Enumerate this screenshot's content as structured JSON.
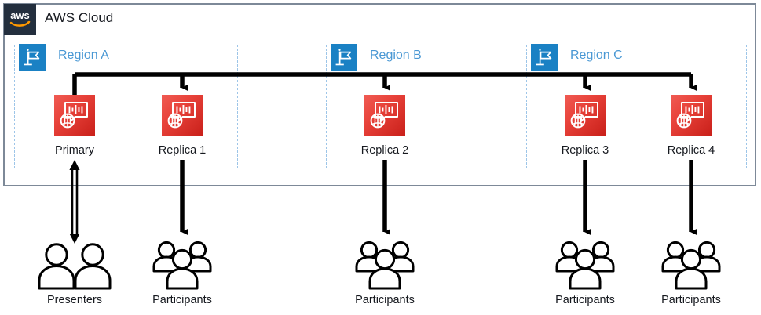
{
  "cloud": {
    "title": "AWS Cloud",
    "logo_icon": "aws-logo-icon",
    "border_color": "#7D8998",
    "badge_color": "#232F3E"
  },
  "regions": [
    {
      "label": "Region A",
      "icon": "region-flag-icon",
      "badge_color": "#1A81C4",
      "label_color": "#4A98D4",
      "border_color": "#9DC5E8"
    },
    {
      "label": "Region B",
      "icon": "region-flag-icon",
      "badge_color": "#1A81C4",
      "label_color": "#4A98D4",
      "border_color": "#9DC5E8"
    },
    {
      "label": "Region C",
      "icon": "region-flag-icon",
      "badge_color": "#1A81C4",
      "label_color": "#4A98D4",
      "border_color": "#9DC5E8"
    }
  ],
  "nodes": [
    {
      "label": "Primary",
      "icon": "transcribe-icon",
      "color": "#E8423A"
    },
    {
      "label": "Replica 1",
      "icon": "transcribe-icon",
      "color": "#E8423A"
    },
    {
      "label": "Replica 2",
      "icon": "transcribe-icon",
      "color": "#E8423A"
    },
    {
      "label": "Replica 3",
      "icon": "transcribe-icon",
      "color": "#E8423A"
    },
    {
      "label": "Replica 4",
      "icon": "transcribe-icon",
      "color": "#E8423A"
    }
  ],
  "actors": [
    {
      "label": "Presenters",
      "icon": "two-people-icon"
    },
    {
      "label": "Participants",
      "icon": "people-group-icon"
    },
    {
      "label": "Participants",
      "icon": "people-group-icon"
    },
    {
      "label": "Participants",
      "icon": "people-group-icon"
    },
    {
      "label": "Participants",
      "icon": "people-group-icon"
    }
  ],
  "connectors": {
    "bus_color": "#000000",
    "presenter_link": "bidirectional",
    "participant_links": "downward"
  }
}
